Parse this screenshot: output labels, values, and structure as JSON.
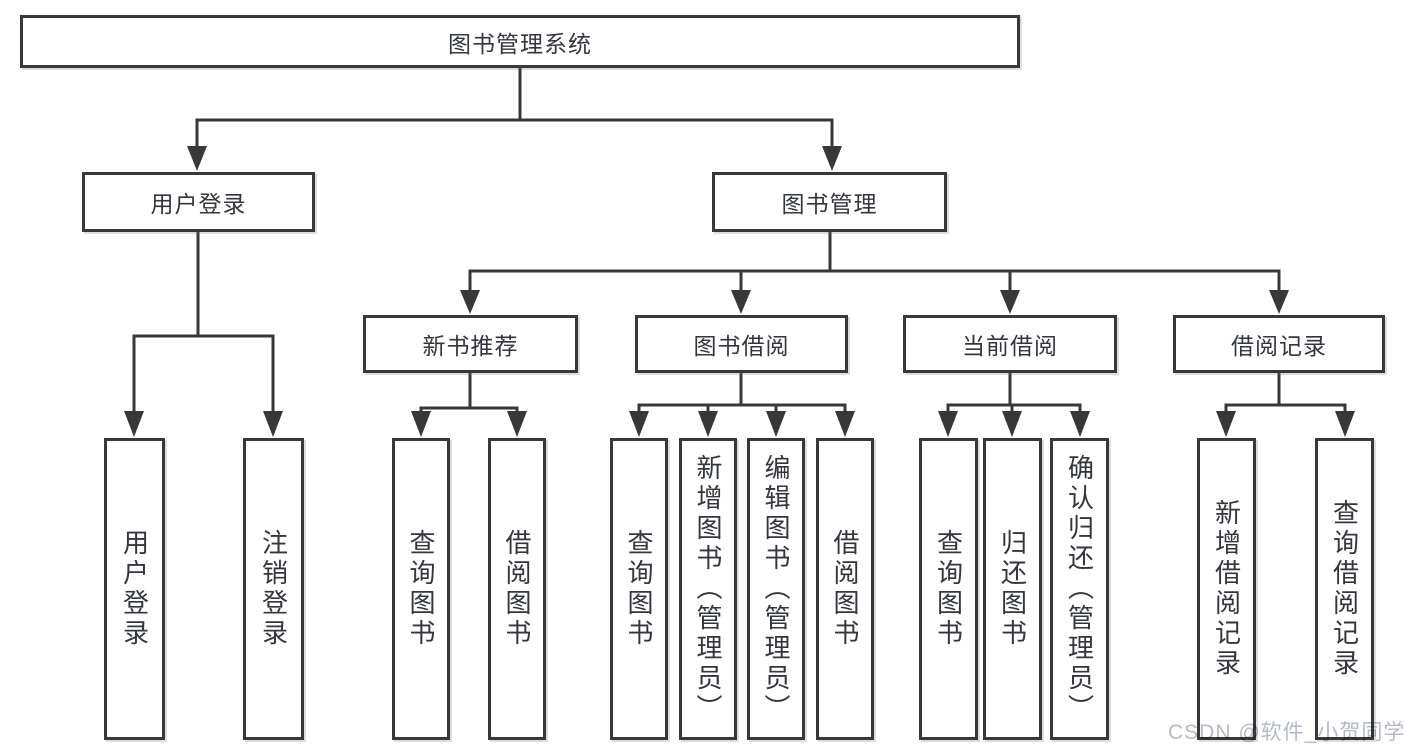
{
  "title": "图书管理系统",
  "tree": {
    "root": {
      "label": "图书管理系统"
    },
    "branches": [
      {
        "label": "用户登录",
        "children": [
          {
            "label": "用户登录"
          },
          {
            "label": "注销登录"
          }
        ]
      },
      {
        "label": "图书管理",
        "groups": [
          {
            "label": "新书推荐",
            "children": [
              {
                "label": "查询图书"
              },
              {
                "label": "借阅图书"
              }
            ]
          },
          {
            "label": "图书借阅",
            "children": [
              {
                "label": "查询图书"
              },
              {
                "label": "新增图书（管理员）"
              },
              {
                "label": "编辑图书（管理员）"
              },
              {
                "label": "借阅图书"
              }
            ]
          },
          {
            "label": "当前借阅",
            "children": [
              {
                "label": "查询图书"
              },
              {
                "label": "归还图书"
              },
              {
                "label": "确认归还（管理员）"
              }
            ]
          },
          {
            "label": "借阅记录",
            "children": [
              {
                "label": "新增借阅记录"
              },
              {
                "label": "查询借阅记录"
              }
            ]
          }
        ]
      }
    ]
  },
  "watermark": {
    "text": "CSDN @软件_小贺同学"
  },
  "colors": {
    "line": "#383838",
    "text": "#33363b",
    "watermark": "#b4bac2",
    "background": "#ffffff"
  }
}
